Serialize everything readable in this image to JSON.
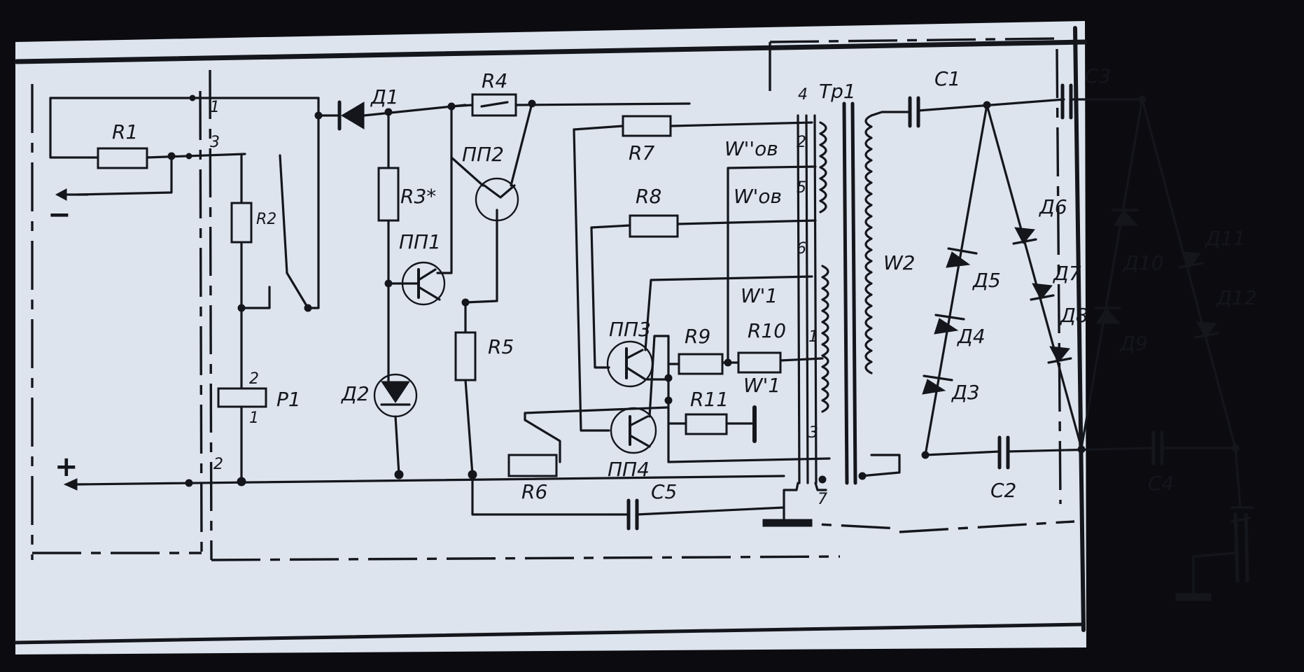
{
  "labels": {
    "R1": "R1",
    "R2": "R2",
    "R3": "R3*",
    "R4": "R4",
    "R5": "R5",
    "R6": "R6",
    "R7": "R7",
    "R8": "R8",
    "R9": "R9",
    "R10": "R10",
    "R11": "R11",
    "D1": "Д1",
    "D2": "Д2",
    "D3": "Д3",
    "D4": "Д4",
    "D5": "Д5",
    "D6": "Д6",
    "D7": "Д7",
    "D8": "Д8",
    "D9": "Д9",
    "D10": "Д10",
    "D11": "Д11",
    "D12": "Д12",
    "PP1": "ПП1",
    "PP2": "ПП2",
    "PP3": "ПП3",
    "PP4": "ПП4",
    "P1": "P1",
    "Tp1": "Tp1",
    "C1": "C1",
    "C2": "C2",
    "C3": "C3",
    "C4": "C4",
    "C5": "C5",
    "Wob2": "W''ов",
    "Wob1": "W'ов",
    "W1a": "W'1",
    "W1b": "W'1",
    "W2": "W2",
    "minus": "−",
    "plus": "+",
    "n1": "1",
    "n2": "2",
    "n3": "3",
    "n4": "4",
    "n5": "5",
    "n6": "6",
    "n7": "7",
    "t1": "1",
    "t2": "2",
    "t3": "3",
    "p1": "1",
    "p2": "2"
  }
}
